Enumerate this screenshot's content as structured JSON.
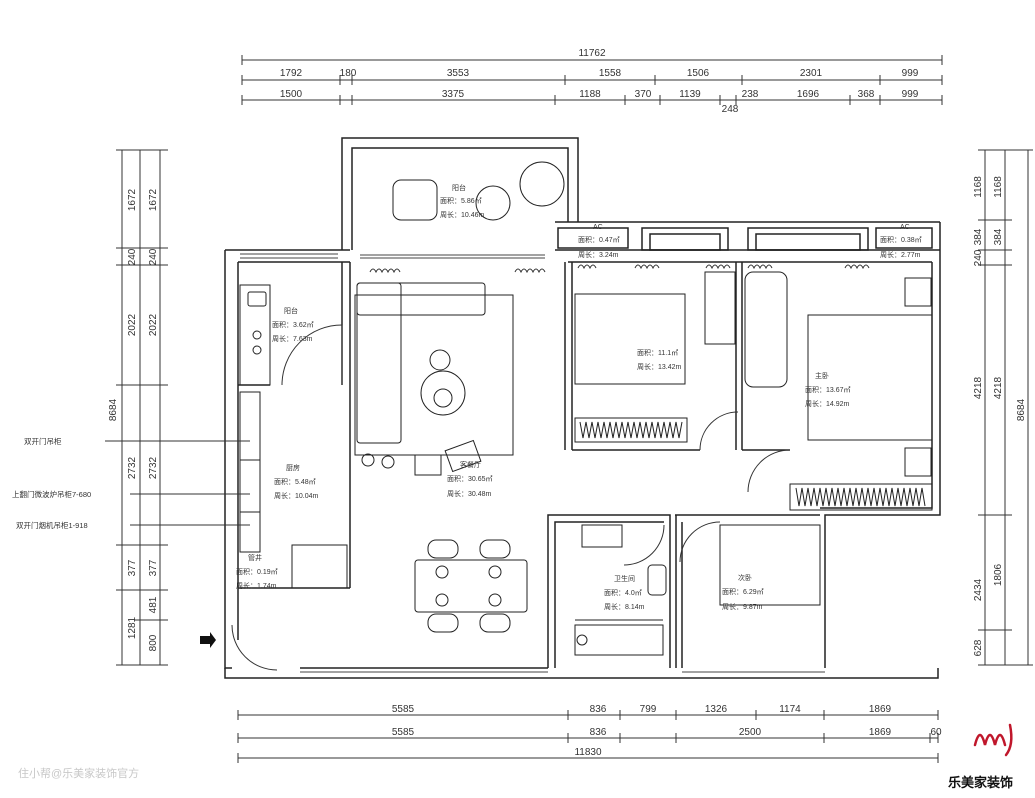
{
  "dimensions": {
    "top_total": "11762",
    "top_row1": [
      "1792",
      "180",
      "3553",
      "1558",
      "1506",
      "2301",
      "999"
    ],
    "top_row2": [
      "1500",
      "3375",
      "1188",
      "370",
      "1139",
      "238",
      "1696",
      "368",
      "999"
    ],
    "top_extra": "248",
    "bottom_row1": [
      "5585",
      "836",
      "799",
      "1326",
      "1174",
      "1869"
    ],
    "bottom_row2": [
      "5585",
      "836",
      "2500",
      "1869",
      "60"
    ],
    "bottom_total": "11830",
    "left_total": "8684",
    "left_segments": [
      "1672",
      "240",
      "2022",
      "2732",
      "377",
      "1281"
    ],
    "left_inner": [
      "1672",
      "240",
      "2022",
      "2732",
      "377",
      "481",
      "800"
    ],
    "right_total": "8684",
    "right_outer": [
      "1168",
      "384",
      "240",
      "4218",
      "2434",
      "628"
    ],
    "right_inner": [
      "1168",
      "384",
      "4218",
      "1806"
    ]
  },
  "rooms": [
    {
      "name": "阳台",
      "area": "面积：5.86㎡",
      "perimeter": "周长：10.46m"
    },
    {
      "name": "阳台",
      "area": "面积：3.62㎡",
      "perimeter": "周长：7.63m"
    },
    {
      "name": "AC",
      "area": "面积：0.47㎡",
      "perimeter": "周长：3.24m"
    },
    {
      "name": "AC",
      "area": "面积：0.38㎡",
      "perimeter": "周长：2.77m"
    },
    {
      "name": "",
      "area": "面积：11.1㎡",
      "perimeter": "周长：13.42m"
    },
    {
      "name": "主卧",
      "area": "面积：13.67㎡",
      "perimeter": "周长：14.92m"
    },
    {
      "name": "厨房",
      "area": "面积：5.48㎡",
      "perimeter": "周长：10.04m"
    },
    {
      "name": "客餐厅",
      "area": "面积：30.65㎡",
      "perimeter": "周长：30.48m"
    },
    {
      "name": "管井",
      "area": "面积：0.19㎡",
      "perimeter": "周长：1.74m"
    },
    {
      "name": "卫生间",
      "area": "面积：4.0㎡",
      "perimeter": "周长：8.14m"
    },
    {
      "name": "次卧",
      "area": "面积：6.29㎡",
      "perimeter": "周长：9.87m"
    }
  ],
  "callouts": [
    "双开门吊柜",
    "上翻门微波炉吊柜7-680",
    "双开门烟机吊柜1-918"
  ],
  "watermark": "住小帮@乐美家装饰官方",
  "brand": "乐美家装饰",
  "brand_color": "#c0172b"
}
